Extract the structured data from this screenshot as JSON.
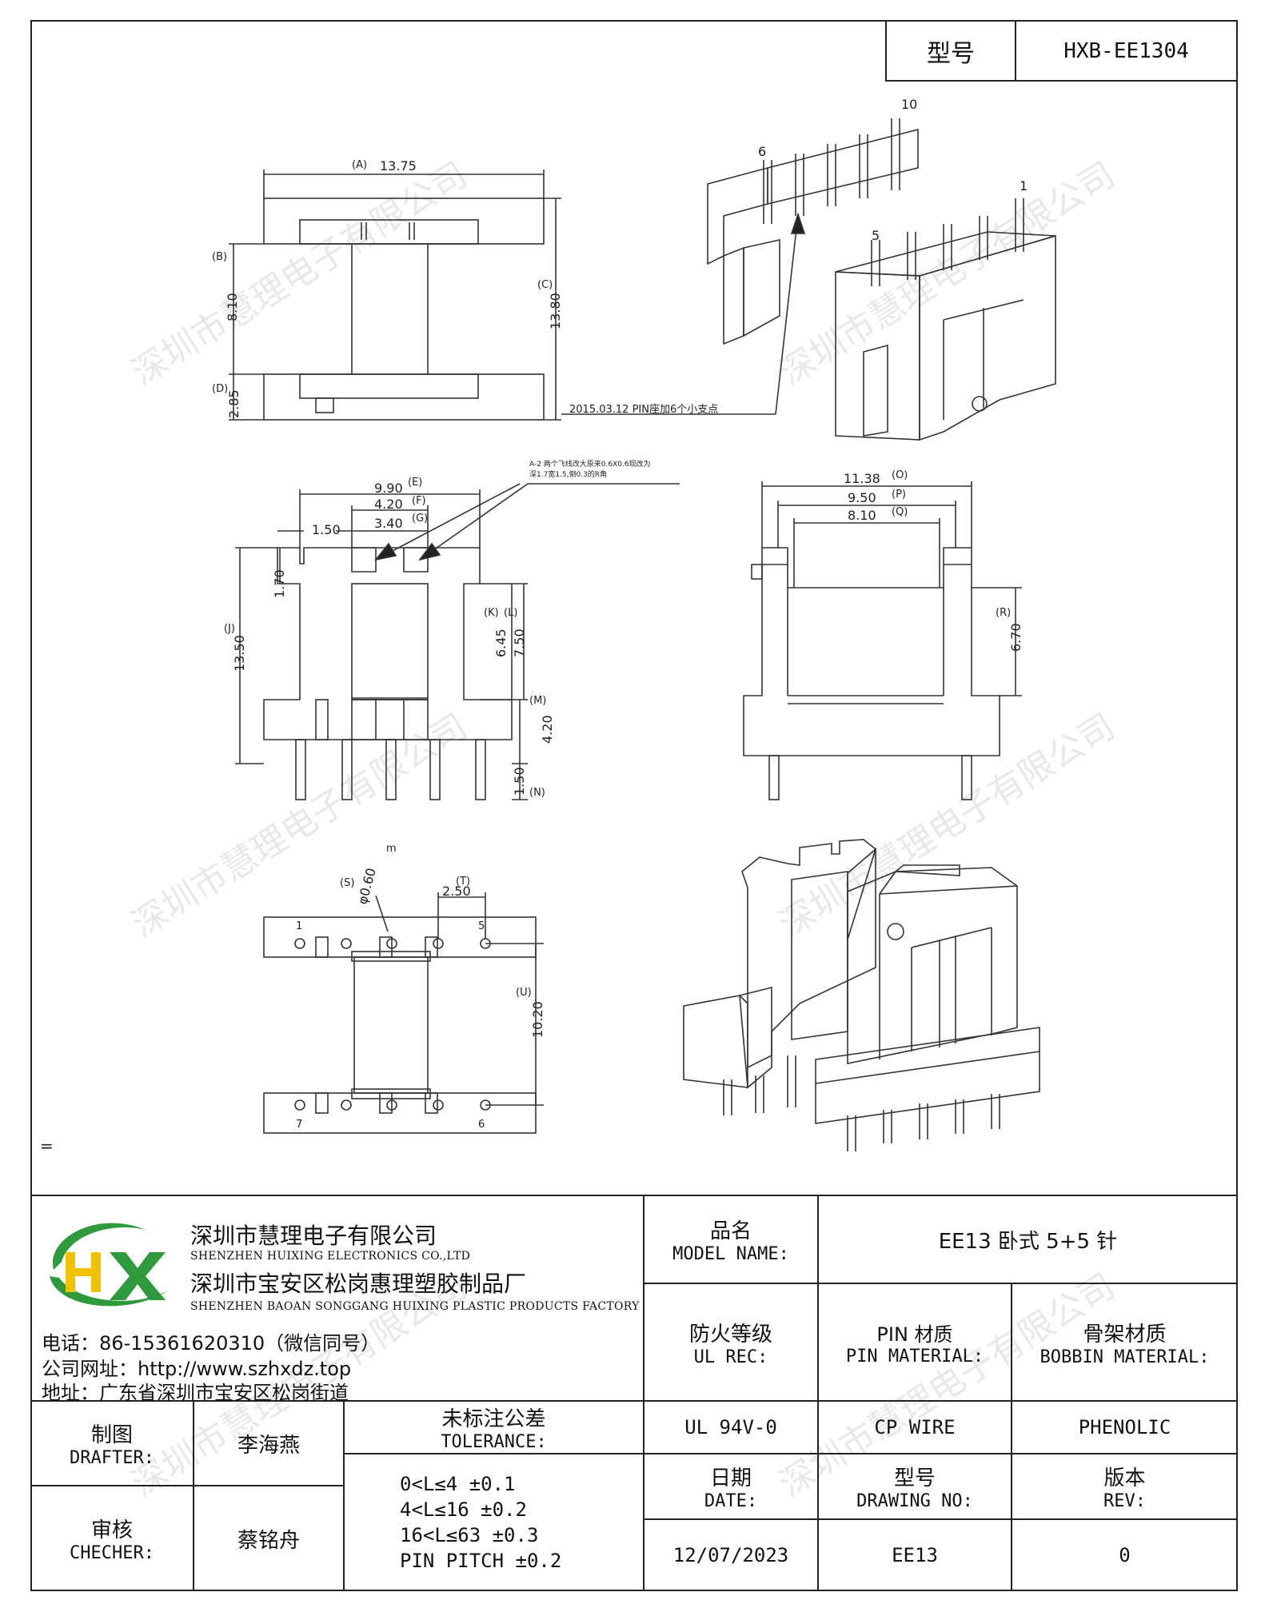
{
  "header": {
    "model_label": "型号",
    "model_value": "HXB-EE1304"
  },
  "drawing": {
    "dims_top": {
      "a": "13.75",
      "a_tag": "(A)",
      "b": "8.10",
      "b_tag": "(B)",
      "c": "13.80",
      "c_tag": "(C)",
      "d": "2.85",
      "d_tag": "(D)"
    },
    "note_pin": "2015.03.12  PIN座加6个小支点",
    "note_a2": "A-2 两个飞线改大原来0.6X0.6现改为",
    "note_a2_2": "深1.7宽1.5,倒0.3的R角",
    "dims_mid_left": {
      "e": "9.90",
      "e_tag": "(E)",
      "f": "4.20",
      "f_tag": "(F)",
      "g": "3.40",
      "g_tag": "(G)",
      "h": "1.50",
      "i": "1.70",
      "j": "13.50",
      "j_tag": "(J)",
      "k": "6.45",
      "k_tag": "(K)",
      "l": "7.50",
      "l_tag": "(L)",
      "m": "4.20",
      "m_tag": "(M)",
      "n": "1.50",
      "n_tag": "(N)"
    },
    "dims_mid_right": {
      "o": "11.38",
      "o_tag": "(O)",
      "p": "9.50",
      "p_tag": "(P)",
      "q": "8.10",
      "q_tag": "(Q)",
      "r": "6.70",
      "r_tag": "(R)"
    },
    "dims_bottom": {
      "s": "φ0.60",
      "s_tag": "(S)",
      "t": "2.50",
      "t_tag": "(T)",
      "u": "10.20",
      "u_tag": "(U)",
      "mark": "m"
    },
    "pins": {
      "p1": "1",
      "p5": "5",
      "p6": "6",
      "p7": "7",
      "p10": "10",
      "p1b": "1",
      "p5b": "5",
      "p6b": "6"
    },
    "stray": "="
  },
  "watermark": "深圳市慧理电子有限公司",
  "company": {
    "name_cn": "深圳市慧理电子有限公司",
    "name_en": "SHENZHEN HUIXING ELECTRONICS CO.,LTD",
    "factory_cn": "深圳市宝安区松岗惠理塑胶制品厂",
    "factory_en": "SHENZHEN BAOAN SONGGANG HUIXING PLASTIC PRODUCTS FACTORY",
    "phone": "电话：86-15361620310（微信同号）",
    "website": "公司网址：http://www.szhxdz.top",
    "address": "地址：广东省深圳市宝安区松岗街道",
    "logo_letters": "HX",
    "logo_colors": {
      "green": "#2e9a3c",
      "yellow": "#f2c200"
    }
  },
  "table": {
    "model_name_cn": "品名",
    "model_name_en": "MODEL NAME:",
    "model_name_value": "EE13 卧式 5+5 针",
    "fire_cn": "防火等级",
    "fire_en": "UL REC:",
    "pin_mat_cn": "PIN 材质",
    "pin_mat_en": "PIN MATERIAL:",
    "bobbin_cn": "骨架材质",
    "bobbin_en": "BOBBIN MATERIAL:",
    "drafter_cn": "制图",
    "drafter_en": "DRAFTER:",
    "drafter_name": "李海燕",
    "tol_cn": "未标注公差",
    "tol_en": "TOLERANCE:",
    "fire_value": "UL 94V-0",
    "pin_value": "CP WIRE",
    "bobbin_value": "PHENOLIC",
    "checker_cn": "审核",
    "checker_en": "CHECHER:",
    "checker_name": "蔡铭舟",
    "tol_lines": [
      "0<L≤4  ±0.1",
      "4<L≤16  ±0.2",
      "16<L≤63  ±0.3",
      "PIN PITCH  ±0.2"
    ],
    "date_cn": "日期",
    "date_en": "DATE:",
    "dwg_cn": "型号",
    "dwg_en": "DRAWING NO:",
    "rev_cn": "版本",
    "rev_en": "REV:",
    "date_value": "12/07/2023",
    "dwg_value": "EE13",
    "rev_value": "0"
  }
}
